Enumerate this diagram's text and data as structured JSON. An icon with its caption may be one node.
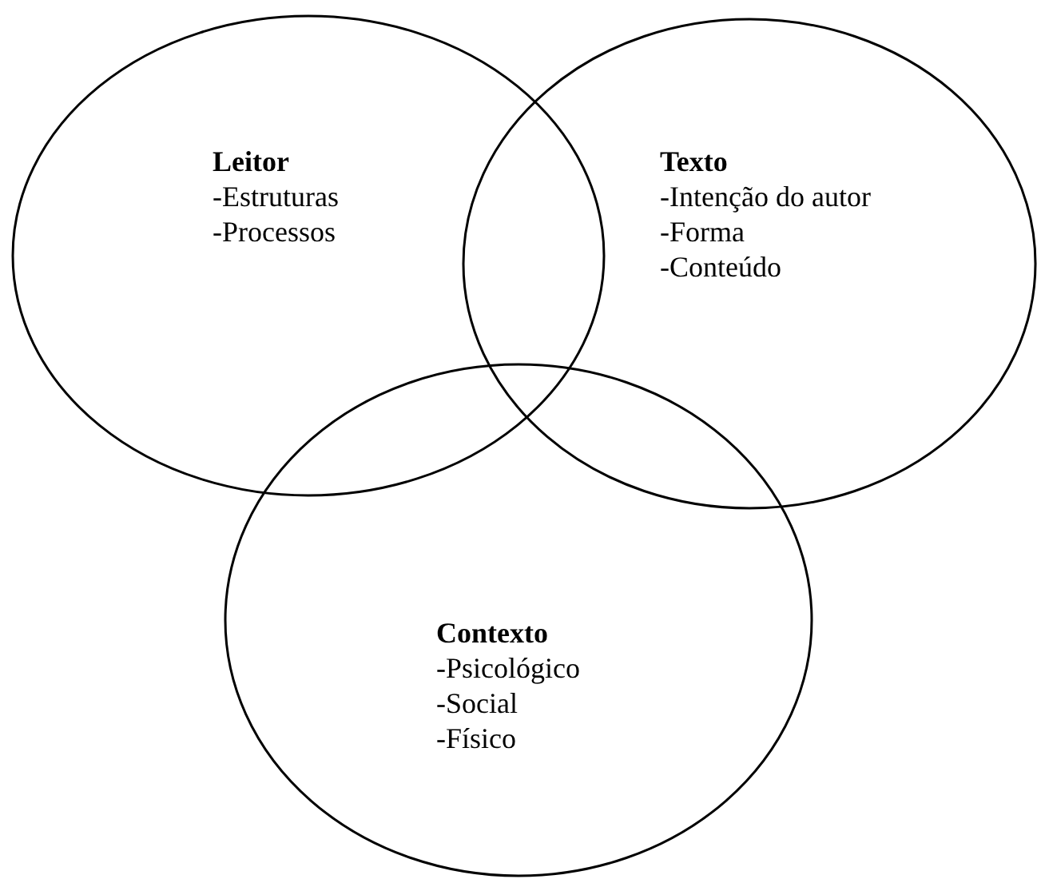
{
  "diagram": {
    "nodes": [
      {
        "text": [
          "Leitor",
          "-Estruturas",
          "-Processos"
        ]
      },
      {
        "text": [
          "Texto",
          "-Intenção do autor",
          "-Forma",
          "-Conteúdo"
        ]
      },
      {
        "text": [
          "Contexto",
          "-Psicológico",
          "-Social",
          "-Físico"
        ]
      }
    ]
  }
}
